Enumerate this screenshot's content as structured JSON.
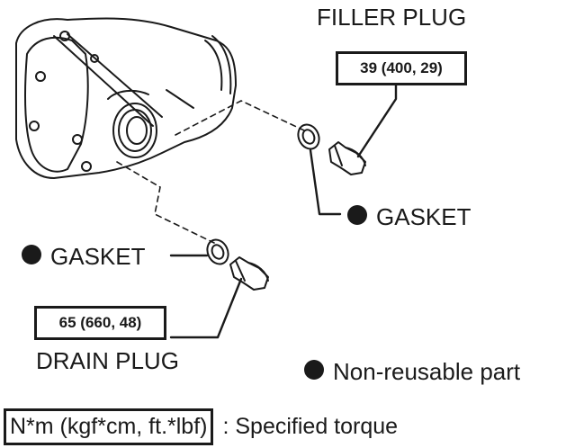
{
  "labels": {
    "filler_plug": "FILLER PLUG",
    "drain_plug": "DRAIN PLUG",
    "gasket_right": "GASKET",
    "gasket_left": "GASKET"
  },
  "torques": {
    "filler": "39 (400, 29)",
    "drain": "65 (660, 48)"
  },
  "legend": {
    "non_reusable": "Non-reusable part",
    "torque_unit": "N*m (kgf*cm, ft.*lbf)",
    "torque_desc": ": Specified torque"
  }
}
